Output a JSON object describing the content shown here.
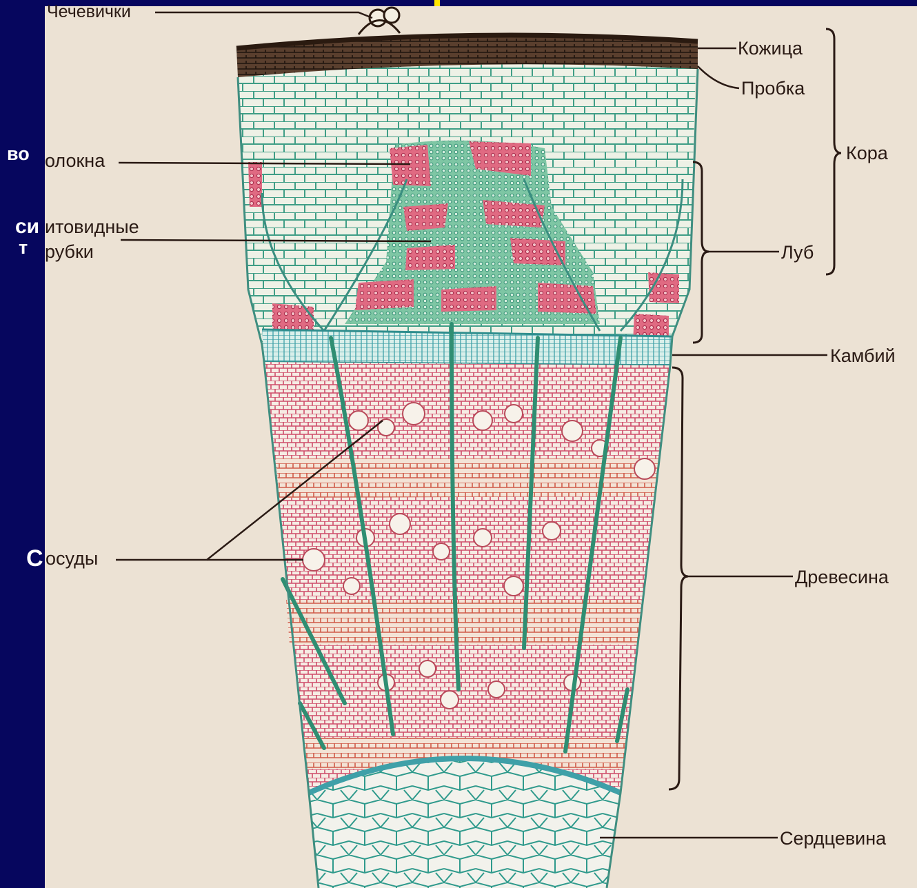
{
  "slide": {
    "background": "#06065e",
    "fragments": [
      "во",
      "си",
      "т",
      "С"
    ],
    "accent_marker_color": "#ffe600"
  },
  "figure": {
    "paper_color": "#ece2d4",
    "labels_left": [
      "Чечевички",
      "олокна",
      "итовидные",
      "рубки",
      "осуды"
    ],
    "labels_right": [
      "Кожица",
      "Пробка",
      "Кора",
      "Луб",
      "Камбий",
      "Древесина",
      "Сердцевина"
    ],
    "tissue_colors": {
      "cork": "#3a2a20",
      "cortex": "#3f9e86",
      "fibers": "#d0486a",
      "sieve": "#3a9e7a",
      "cambium": "#3fa0a8",
      "wood": "#cf4c6a",
      "pith": "#2f9a8c"
    }
  }
}
